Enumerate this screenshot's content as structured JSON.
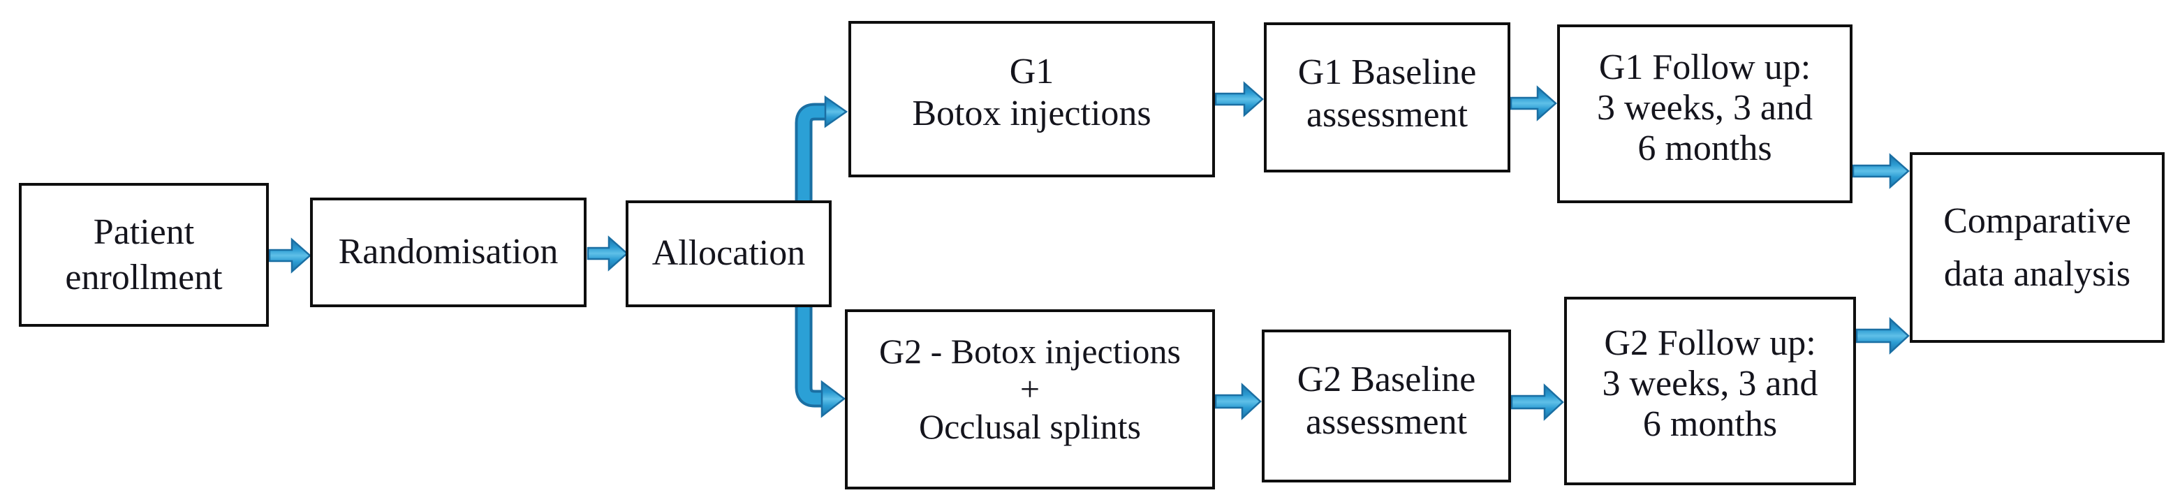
{
  "figure": {
    "type": "flowchart",
    "background": "#ffffff"
  },
  "nodes": {
    "patient_enrollment": {
      "lines": [
        "Patient",
        "enrollment"
      ]
    },
    "randomisation": {
      "lines": [
        "Randomisation"
      ]
    },
    "allocation": {
      "lines": [
        "Allocation"
      ]
    },
    "g1_intervention": {
      "lines": [
        "G1",
        "Botox injections"
      ]
    },
    "g1_baseline": {
      "lines": [
        "G1 Baseline",
        "assessment"
      ]
    },
    "g1_followup": {
      "lines": [
        "G1 Follow up:",
        "3 weeks, 3 and",
        "6 months"
      ]
    },
    "g2_intervention": {
      "lines": [
        "G2 - Botox injections",
        "+",
        "Occlusal splints"
      ]
    },
    "g2_baseline": {
      "lines": [
        "G2 Baseline",
        "assessment"
      ]
    },
    "g2_followup": {
      "lines": [
        "G2 Follow up:",
        "3 weeks, 3 and",
        "6 months"
      ]
    },
    "comparative": {
      "lines": [
        "Comparative",
        "data analysis"
      ]
    }
  },
  "edges": [
    {
      "from": "patient_enrollment",
      "to": "randomisation"
    },
    {
      "from": "randomisation",
      "to": "allocation"
    },
    {
      "from": "allocation",
      "to": "g1_intervention"
    },
    {
      "from": "allocation",
      "to": "g2_intervention"
    },
    {
      "from": "g1_intervention",
      "to": "g1_baseline"
    },
    {
      "from": "g1_baseline",
      "to": "g1_followup"
    },
    {
      "from": "g1_followup",
      "to": "comparative"
    },
    {
      "from": "g2_intervention",
      "to": "g2_baseline"
    },
    {
      "from": "g2_baseline",
      "to": "g2_followup"
    },
    {
      "from": "g2_followup",
      "to": "comparative"
    }
  ],
  "colors": {
    "box_border": "#0e0e0e",
    "text": "#14141c",
    "arrow_fill": "#2b9bd2",
    "arrow_highlight": "#5fc0e8",
    "arrow_border": "#1a6fa3",
    "background": "#ffffff"
  }
}
